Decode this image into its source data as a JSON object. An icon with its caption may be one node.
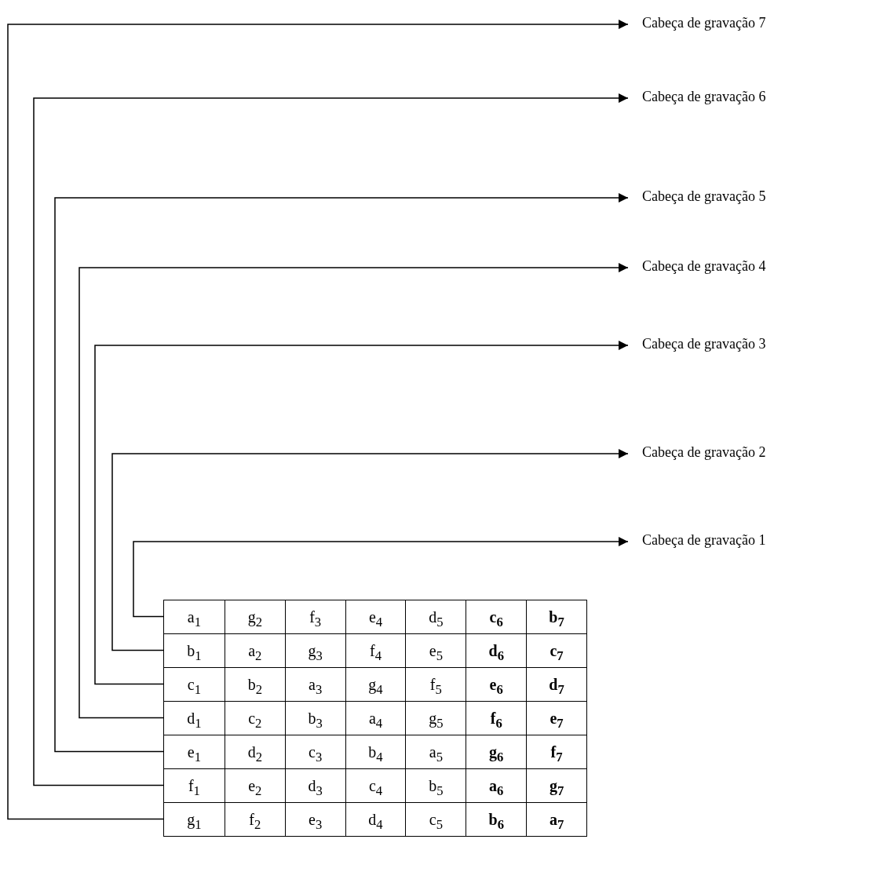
{
  "diagram": {
    "nodes": [
      {
        "text": [
          "Cabeça de gravação 7"
        ]
      },
      {
        "text": [
          "Cabeça de gravação 6"
        ]
      },
      {
        "text": [
          "Cabeça de gravação 5"
        ]
      },
      {
        "text": [
          "Cabeça de gravação 4"
        ]
      },
      {
        "text": [
          "Cabeça de gravação 3"
        ]
      },
      {
        "text": [
          "Cabeça de gravação 2"
        ]
      },
      {
        "text": [
          "Cabeça de gravação 1"
        ]
      },
      {
        "text": [
          "a$_{1}$",
          "g$_{2}$",
          "f$_{3}$",
          "e$_{4}$",
          "d$_{5}$",
          "c$_{6}$",
          "b$_{7}$"
        ]
      },
      {
        "text": [
          "b$_{1}$",
          "a$_{2}$",
          "g$_{3}$",
          "f$_{4}$",
          "e$_{5}$",
          "d$_{6}$",
          "c$_{7}$"
        ]
      },
      {
        "text": [
          "c$_{1}$",
          "b$_{2}$",
          "a$_{3}$",
          "g$_{4}$",
          "f$_{5}$",
          "e$_{6}$",
          "d$_{7}$"
        ]
      },
      {
        "text": [
          "d$_{1}$",
          "c$_{2}$",
          "b$_{3}$",
          "a$_{4}$",
          "g$_{5}$",
          "f$_{6}$",
          "e$_{7}$"
        ]
      },
      {
        "text": [
          "e$_{1}$",
          "d$_{2}$",
          "c$_{3}$",
          "b$_{4}$",
          "a$_{5}$",
          "g$_{6}$",
          "f$_{7}$"
        ]
      },
      {
        "text": [
          "f$_{1}$",
          "e$_{2}$",
          "d$_{3}$",
          "c$_{4}$",
          "b$_{5}$",
          "a$_{6}$",
          "g$_{7}$"
        ]
      },
      {
        "text": [
          "g$_{1}$",
          "f$_{2}$",
          "e$_{3}$",
          "d$_{4}$",
          "c$_{5}$",
          "b$_{6}$",
          "a$_{7}$"
        ]
      }
    ],
    "edges": [
      {
        "from": 7,
        "to": 6,
        "arrow": "to"
      },
      {
        "from": 8,
        "to": 5,
        "arrow": "to"
      },
      {
        "from": 9,
        "to": 4,
        "arrow": "to"
      },
      {
        "from": 10,
        "to": 3,
        "arrow": "to"
      },
      {
        "from": 11,
        "to": 2,
        "arrow": "to"
      },
      {
        "from": 12,
        "to": 1,
        "arrow": "to"
      },
      {
        "from": 13,
        "to": 0,
        "arrow": "to"
      }
    ]
  }
}
